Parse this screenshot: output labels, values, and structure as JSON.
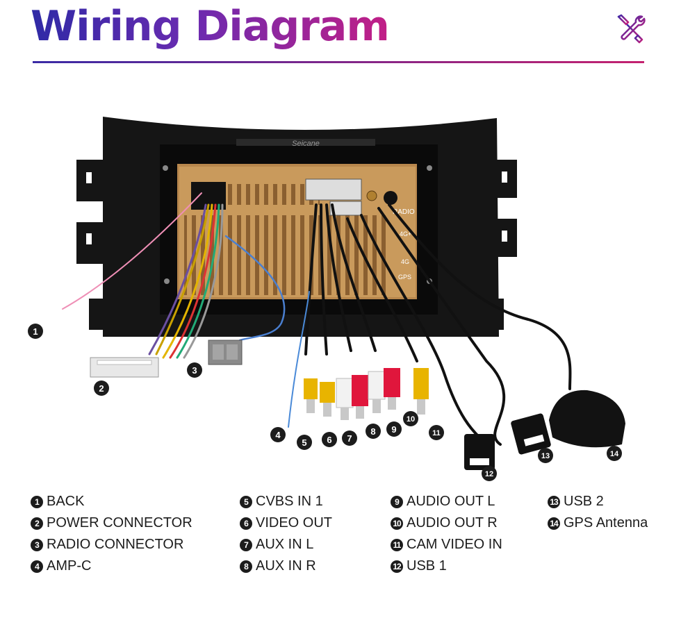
{
  "header": {
    "title": "Wiring Diagram",
    "tools_icon": "tools-icon",
    "accent_start": "#2f2aa6",
    "accent_end": "#c21f86"
  },
  "unit": {
    "brand_text": "Seicane",
    "port_radio": "RADIO",
    "port_4g_top": "4G+",
    "port_4g_bottom": "4G",
    "port_gps": "GPS"
  },
  "callouts": [
    {
      "number": "1",
      "label": "BACK"
    },
    {
      "number": "2",
      "label": "POWER CONNECTOR"
    },
    {
      "number": "3",
      "label": "RADIO CONNECTOR"
    },
    {
      "number": "4",
      "label": "AMP-C"
    },
    {
      "number": "5",
      "label": "CVBS IN 1"
    },
    {
      "number": "6",
      "label": "VIDEO OUT"
    },
    {
      "number": "7",
      "label": "AUX IN L"
    },
    {
      "number": "8",
      "label": "AUX IN R"
    },
    {
      "number": "9",
      "label": "AUDIO OUT L"
    },
    {
      "number": "10",
      "label": "AUDIO OUT R"
    },
    {
      "number": "11",
      "label": "CAM VIDEO IN"
    },
    {
      "number": "12",
      "label": "USB 1"
    },
    {
      "number": "13",
      "label": "USB 2"
    },
    {
      "number": "14",
      "label": "GPS Antenna"
    }
  ]
}
